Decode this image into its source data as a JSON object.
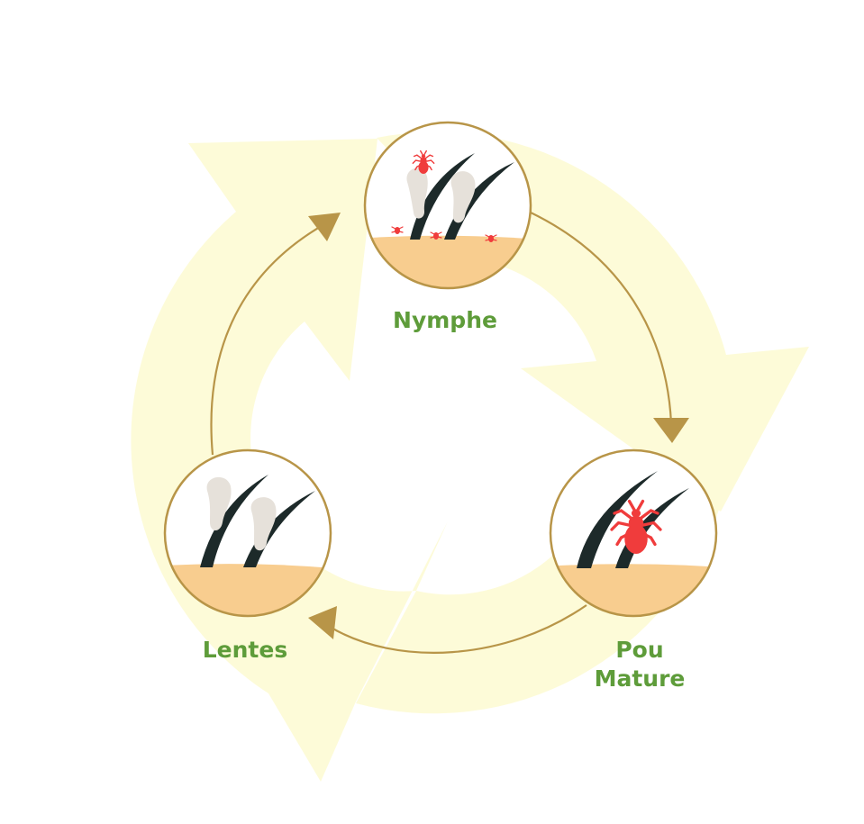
{
  "diagram": {
    "stages": [
      {
        "id": "nymphe",
        "lines": [
          "Nymphe"
        ]
      },
      {
        "id": "pou",
        "lines": [
          "Pou",
          "Mature"
        ]
      },
      {
        "id": "lentes",
        "lines": [
          "Lentes"
        ]
      }
    ],
    "colors": {
      "label": "#5e9c3a",
      "ring": "#fdfbd8",
      "circle_border": "#b89548",
      "arrow": "#b89548",
      "skin": "#f8cd8f",
      "hair": "#1d2a2a",
      "nit": "#e6e1da",
      "louse": "#f03c3c"
    }
  }
}
